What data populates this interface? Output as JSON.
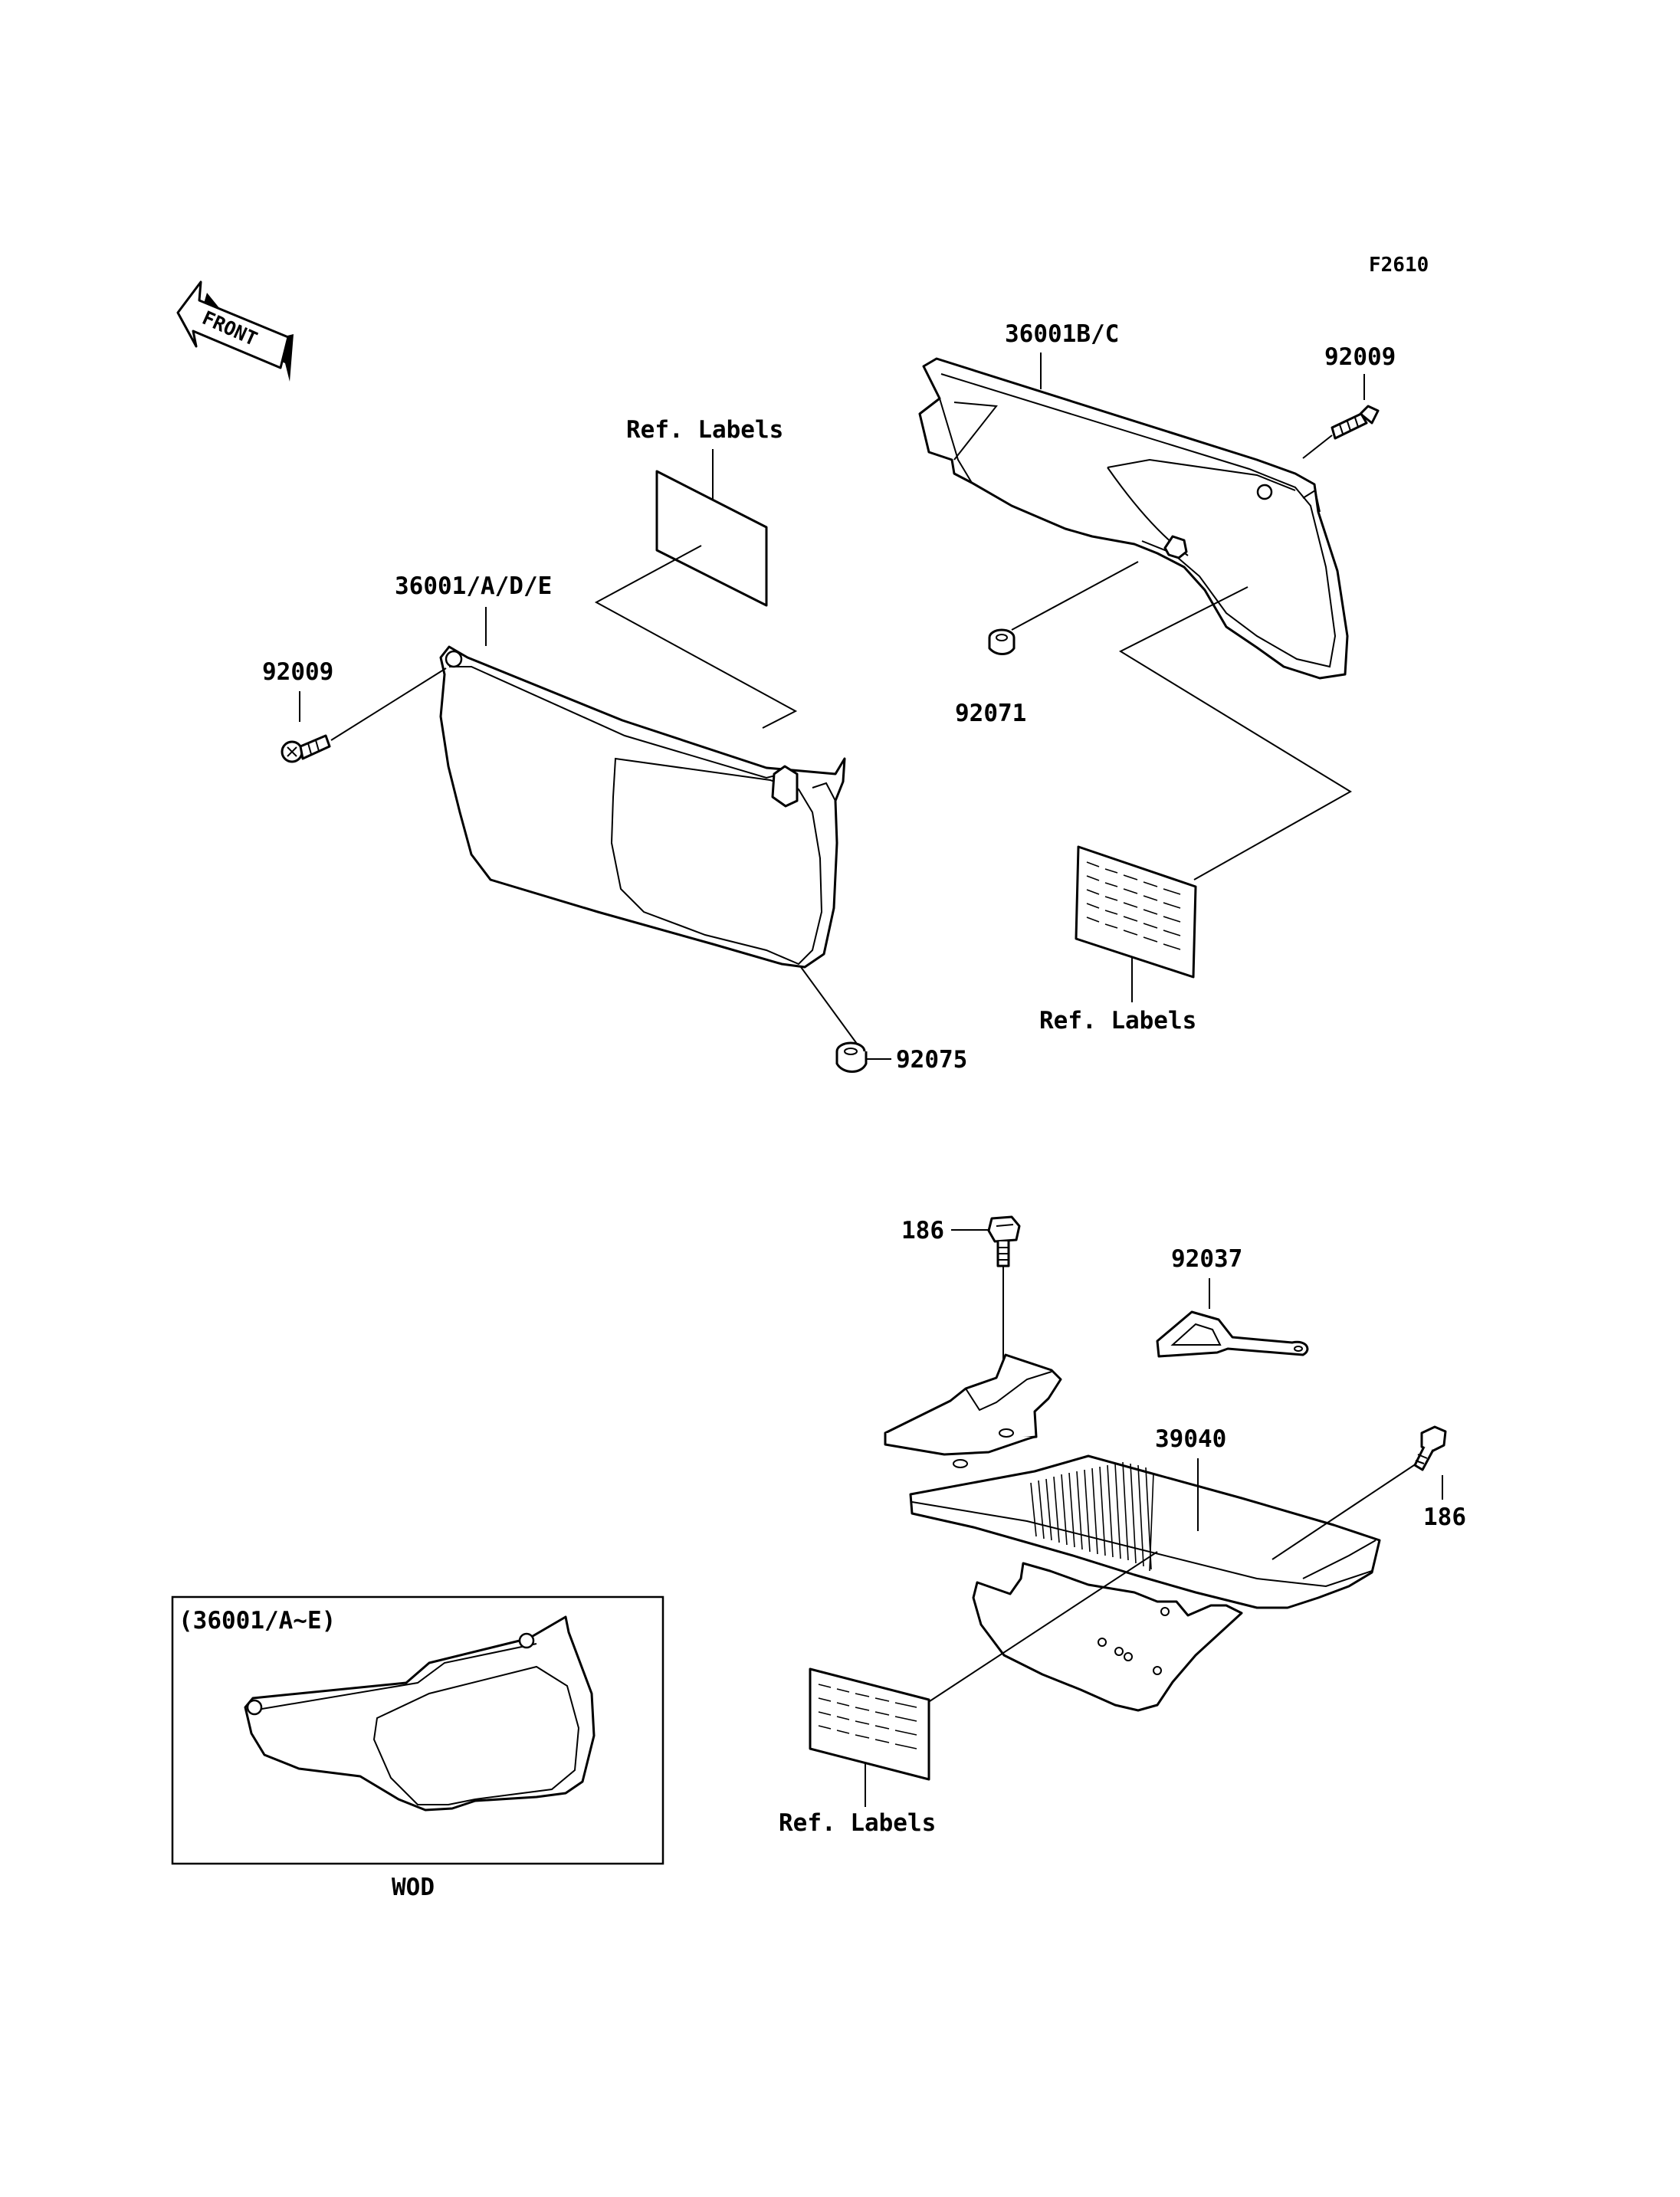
{
  "figure_code": "F2610",
  "front_label": "FRONT",
  "labels": {
    "cover_right": "36001B/C",
    "bolt_right": "92009",
    "grommet_right": "92071",
    "ref_labels_top_left": "Ref. Labels",
    "cover_left": "36001/A/D/E",
    "bolt_left": "92009",
    "grommet_left": "92075",
    "ref_labels_right": "Ref. Labels",
    "bolt_upper": "186",
    "bracket": "92037",
    "guard": "39040",
    "bolt_lower": "186",
    "ref_labels_bottom": "Ref. Labels"
  },
  "inset": {
    "caption": "(36001/A~E)",
    "note": "WOD"
  }
}
